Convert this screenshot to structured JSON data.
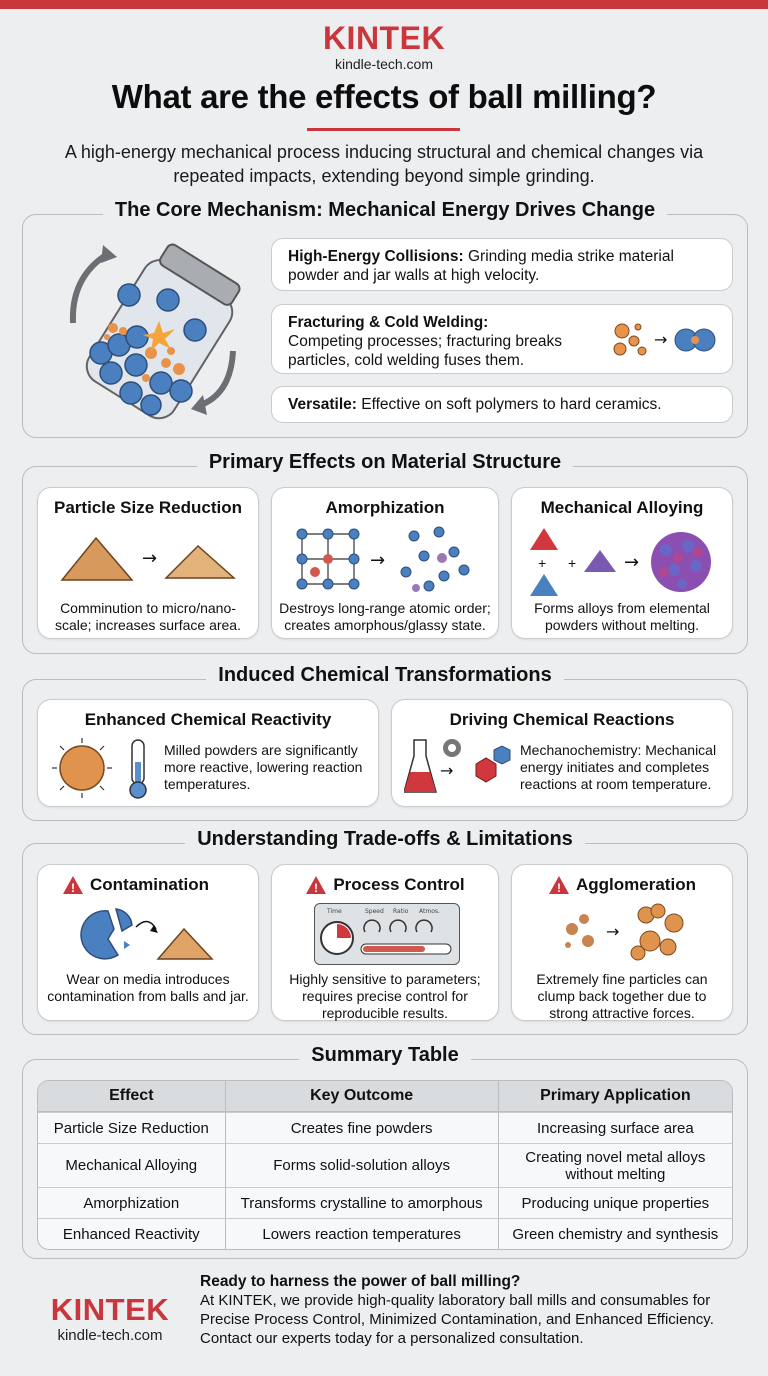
{
  "brand": {
    "logo": "KINTEK",
    "url": "kindle-tech.com",
    "accent_color": "#c9363c"
  },
  "header": {
    "title": "What are the effects of ball milling?",
    "subtitle": "A high-energy mechanical process inducing structural and chemical changes via repeated impacts, extending beyond simple grinding."
  },
  "core_mechanism": {
    "title": "The Core Mechanism: Mechanical Energy Drives Change",
    "illustration": "rotating-ball-mill-jar-icon",
    "items": [
      {
        "label": "High-Energy Collisions:",
        "text": "Grinding media strike material powder and jar walls at high velocity."
      },
      {
        "label": "Fracturing & Cold Welding:",
        "text": "Competing processes; fracturing breaks particles, cold welding fuses them.",
        "icon": "fracture-to-weld-icon"
      },
      {
        "label": "Versatile:",
        "text": "Effective on soft polymers to hard ceramics."
      }
    ]
  },
  "primary_effects": {
    "title": "Primary Effects on Material Structure",
    "cards": [
      {
        "title": "Particle Size Reduction",
        "desc": "Comminution to micro/nano-scale; increases surface area.",
        "icon": "powder-pile-reduction-icon"
      },
      {
        "title": "Amorphization",
        "desc": "Destroys long-range atomic order; creates amorphous/glassy state.",
        "icon": "lattice-to-amorphous-icon"
      },
      {
        "title": "Mechanical Alloying",
        "desc": "Forms alloys from elemental powders without melting.",
        "icon": "powders-to-alloy-icon"
      }
    ]
  },
  "chemical": {
    "title": "Induced Chemical Transformations",
    "cards": [
      {
        "title": "Enhanced Chemical Reactivity",
        "desc": "Milled powders are significantly more reactive, lowering reaction temperatures.",
        "icon": "reactive-particle-thermometer-icon"
      },
      {
        "title": "Driving Chemical Reactions",
        "desc": "Mechanochemistry: Mechanical energy initiates and completes reactions at room temperature.",
        "icon": "flask-gear-molecule-icon"
      }
    ]
  },
  "tradeoffs": {
    "title": "Understanding Trade-offs & Limitations",
    "cards": [
      {
        "title": "Contamination",
        "desc": "Wear on media introduces contamination from balls and jar.",
        "icon": "broken-ball-icon"
      },
      {
        "title": "Process Control",
        "desc": "Highly sensitive to parameters; requires precise control for reproducible results.",
        "icon": "control-panel-icon",
        "gauges": [
          "Time",
          "Speed",
          "Ratio",
          "Atmosphere"
        ]
      },
      {
        "title": "Agglomeration",
        "desc": "Extremely fine particles can clump back together due to strong attractive forces.",
        "icon": "particle-clump-icon"
      }
    ]
  },
  "summary": {
    "title": "Summary Table",
    "headers": [
      "Effect",
      "Key Outcome",
      "Primary Application"
    ],
    "rows": [
      [
        "Particle Size Reduction",
        "Creates fine powders",
        "Increasing surface area"
      ],
      [
        "Mechanical Alloying",
        "Forms solid-solution alloys",
        "Creating novel metal alloys without melting"
      ],
      [
        "Amorphization",
        "Transforms crystalline to amorphous",
        "Producing unique properties"
      ],
      [
        "Enhanced Reactivity",
        "Lowers reaction temperatures",
        "Green chemistry and synthesis"
      ]
    ]
  },
  "footer": {
    "question": "Ready to harness the power of ball milling?",
    "body": "At KINTEK, we provide high-quality laboratory ball mills and consumables for Precise Process Control, Minimized Contamination, and Enhanced Efficiency. Contact our experts today for a personalized consultation."
  }
}
